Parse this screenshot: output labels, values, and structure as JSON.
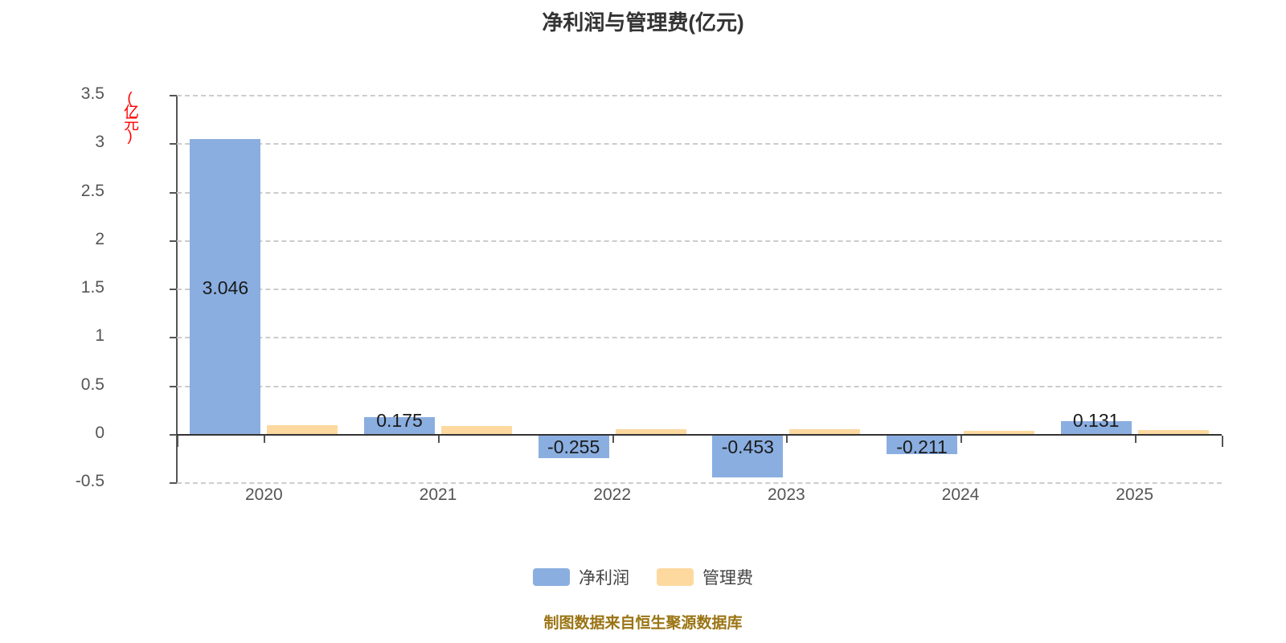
{
  "chart_data": {
    "type": "bar",
    "title": "净利润与管理费(亿元)",
    "xlabel": "",
    "ylabel": "(亿元)",
    "ylim": [
      -0.5,
      3.5
    ],
    "ytick_values": [
      3.5,
      3,
      2.5,
      2,
      1.5,
      1,
      0.5,
      0,
      -0.5
    ],
    "ytick_labels": [
      "3.5",
      "3",
      "2.5",
      "2",
      "1.5",
      "1",
      "0.5",
      "0",
      "-0.5"
    ],
    "grid": true,
    "legend_position": "bottom",
    "categories": [
      "2020",
      "2021",
      "2022",
      "2023",
      "2024",
      "2025"
    ],
    "series": [
      {
        "name": "净利润",
        "color": "#8aaee0",
        "values": [
          3.046,
          0.175,
          -0.255,
          -0.453,
          -0.211,
          0.131
        ],
        "labels": [
          "3.046",
          "0.175",
          "-0.255",
          "-0.453",
          "-0.211",
          "0.131"
        ]
      },
      {
        "name": "管理费",
        "color": "#fdd9a0",
        "values": [
          0.088,
          0.085,
          0.047,
          0.046,
          0.031,
          0.038
        ],
        "labels": [
          "",
          "",
          "",
          "",
          "",
          ""
        ]
      }
    ]
  },
  "footer": {
    "note": "制图数据来自恒生聚源数据库",
    "color": "#9a7413"
  },
  "legend": {
    "items": [
      {
        "label": "净利润",
        "color": "#8aaee0"
      },
      {
        "label": "管理费",
        "color": "#fdd9a0"
      }
    ]
  }
}
